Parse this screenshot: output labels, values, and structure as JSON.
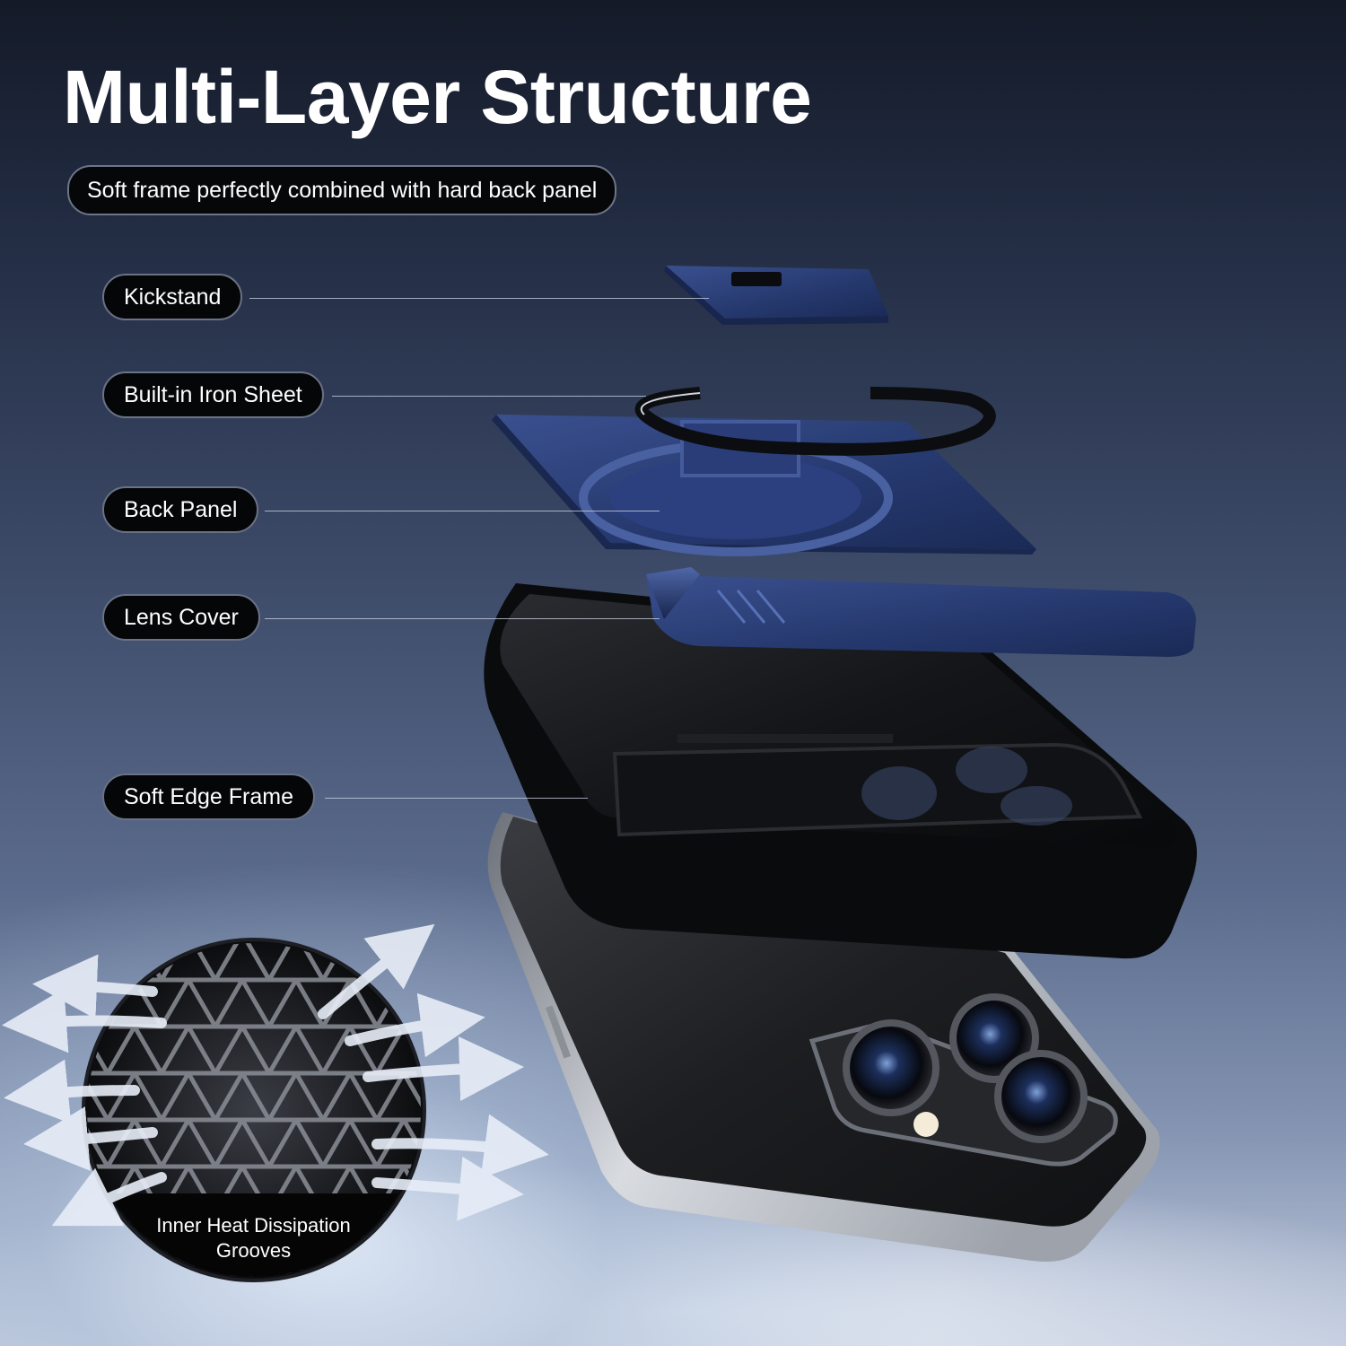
{
  "title": "Multi-Layer Structure",
  "subtitle": "Soft frame perfectly combined with hard back panel",
  "layers": [
    {
      "label": "Kickstand"
    },
    {
      "label": "Built-in Iron Sheet"
    },
    {
      "label": "Back Panel"
    },
    {
      "label": "Lens Cover"
    },
    {
      "label": "Soft Edge Frame"
    }
  ],
  "callout": {
    "line1": "Inner Heat Dissipation",
    "line2": "Grooves"
  },
  "colors": {
    "panel_blue": "#2b3f78",
    "frame_black": "#0d0e11",
    "phone_silver": "#c9ccd1",
    "label_bg": "#050608"
  }
}
